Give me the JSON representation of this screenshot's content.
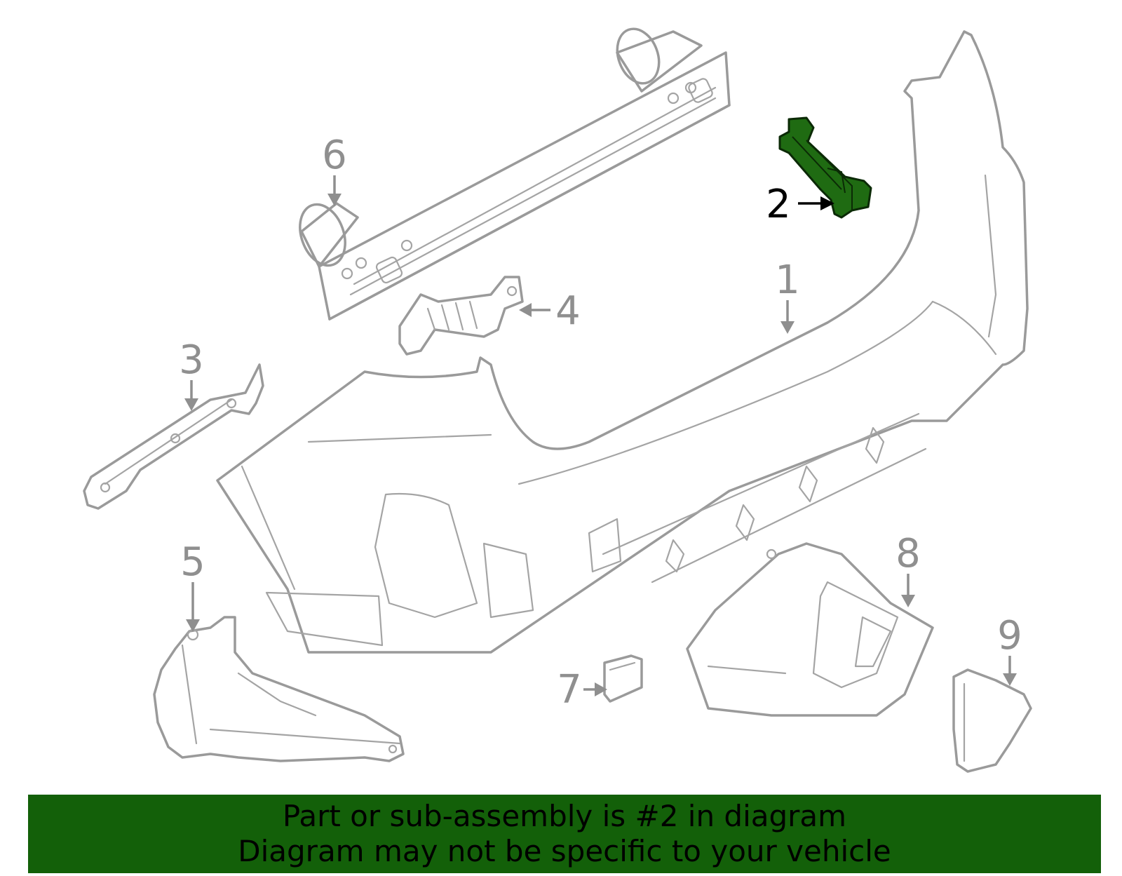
{
  "diagram": {
    "highlight_color": "#1f6b12",
    "callouts": [
      {
        "id": "1",
        "label": "1"
      },
      {
        "id": "2",
        "label": "2",
        "highlighted": true
      },
      {
        "id": "3",
        "label": "3"
      },
      {
        "id": "4",
        "label": "4"
      },
      {
        "id": "5",
        "label": "5"
      },
      {
        "id": "6",
        "label": "6"
      },
      {
        "id": "7",
        "label": "7"
      },
      {
        "id": "8",
        "label": "8"
      },
      {
        "id": "9",
        "label": "9"
      }
    ]
  },
  "banner": {
    "line1": "Part or sub-assembly is #2 in diagram",
    "line2": "Diagram may not be specific to your vehicle",
    "background": "#136009"
  }
}
